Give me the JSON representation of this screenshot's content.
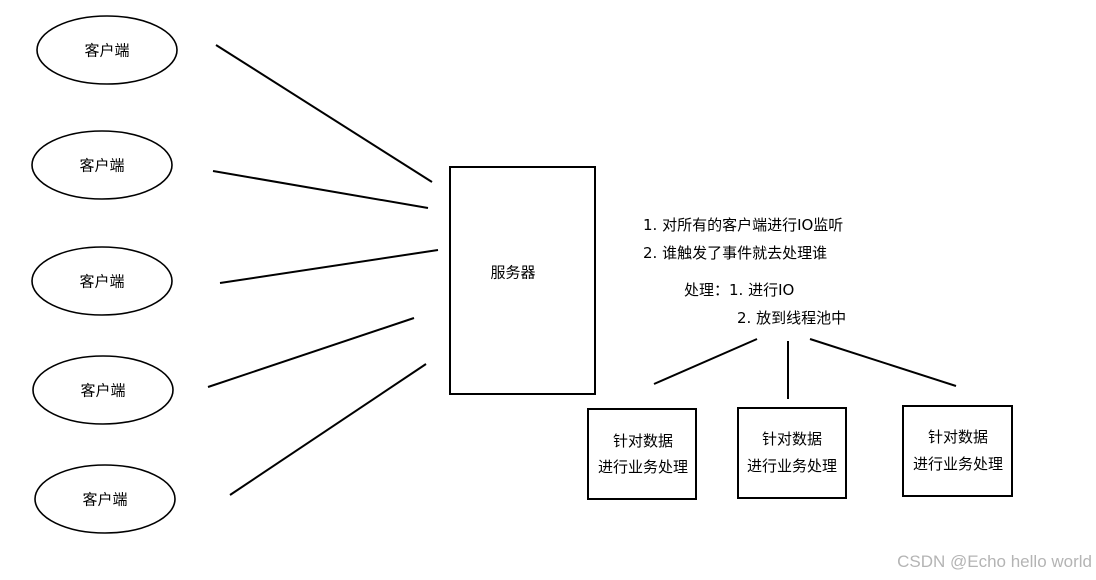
{
  "clients": [
    {
      "label": "客户端"
    },
    {
      "label": "客户端"
    },
    {
      "label": "客户端"
    },
    {
      "label": "客户端"
    },
    {
      "label": "客户端"
    }
  ],
  "server": {
    "label": "服务器"
  },
  "notes": {
    "line1": "1. 对所有的客户端进行IO监听",
    "line2": "2. 谁触发了事件就去处理谁",
    "line3": "处理：1. 进行IO",
    "line4": "2. 放到线程池中"
  },
  "workers": [
    {
      "line1": "针对数据",
      "line2": "进行业务处理"
    },
    {
      "line1": "针对数据",
      "line2": "进行业务处理"
    },
    {
      "line1": "针对数据",
      "line2": "进行业务处理"
    }
  ],
  "watermark": "CSDN @Echo hello world"
}
